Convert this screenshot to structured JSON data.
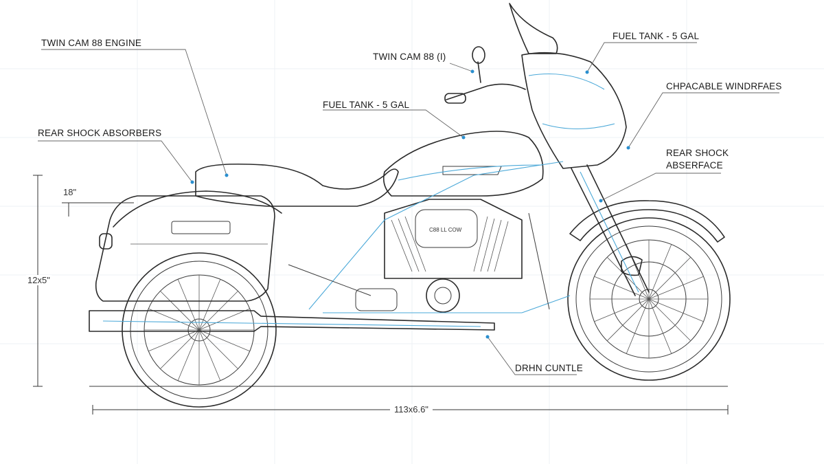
{
  "labels": {
    "engine_left": "TWIN CAM 88 ENGINE",
    "rear_shock_left": "REAR SHOCK ABSORBERS",
    "engine_center": "TWIN CAM 88 (I)",
    "fuel_tank_center": "FUEL TANK - 5 GAL",
    "fuel_tank_right": "FUEL TANK - 5 GAL",
    "windshield": "CHPACABLE WINDRFAES",
    "rear_shock_right_1": "REAR SHOCK",
    "rear_shock_right_2": "ABSERFACE",
    "drive": "DRHN CUNTLE"
  },
  "dimensions": {
    "small_height": "18\"",
    "total_height": "12x5\"",
    "total_length": "113x6.6\""
  },
  "colors": {
    "line": "#2a2a2a",
    "accent": "#4aa8d8",
    "background": "#ffffff"
  }
}
